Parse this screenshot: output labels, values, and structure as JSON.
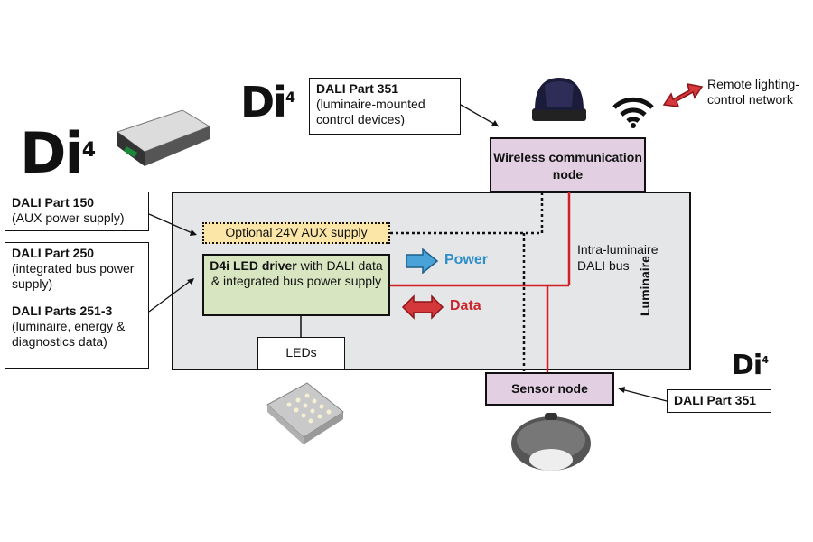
{
  "callouts": {
    "part351_top": {
      "title": "DALI Part 351",
      "text": "(luminaire-mounted control devices)"
    },
    "part150": {
      "title": "DALI Part 150",
      "text": "(AUX power supply)"
    },
    "part250": {
      "title": "DALI Part 250",
      "text": "(integrated bus power supply)"
    },
    "part251": {
      "title": "DALI Parts 251-3",
      "text": "(luminaire, energy & diagnostics data)"
    },
    "part351_bottom": {
      "title": "DALI Part 351"
    }
  },
  "remote_network": "Remote lighting-control network",
  "wireless_node": "Wireless communication node",
  "sensor_node": "Sensor node",
  "aux_supply": "Optional 24V AUX supply",
  "driver": {
    "bold": "D4i LED driver",
    "rest": " with DALI data & integrated bus power supply"
  },
  "leds": "LEDs",
  "intra_bus": "Intra-luminaire DALI bus",
  "luminaire_label": "Luminaire",
  "legend": {
    "power": "Power",
    "data": "Data"
  },
  "logo": {
    "letters": "Di",
    "superscript": "4"
  },
  "colors": {
    "power": "#2e8fc8",
    "data": "#c8262c",
    "bus_line": "#d21f26",
    "luminaire_bg": "#e5e6e7",
    "node_bg": "#e2cfe2",
    "driver_bg": "#d7e6c1",
    "aux_bg": "#fbe6a7"
  },
  "icons": [
    "d4i-logo",
    "led-driver-image",
    "wireless-node-image",
    "wifi-icon",
    "double-arrow-icon",
    "led-module-image",
    "sensor-image"
  ]
}
